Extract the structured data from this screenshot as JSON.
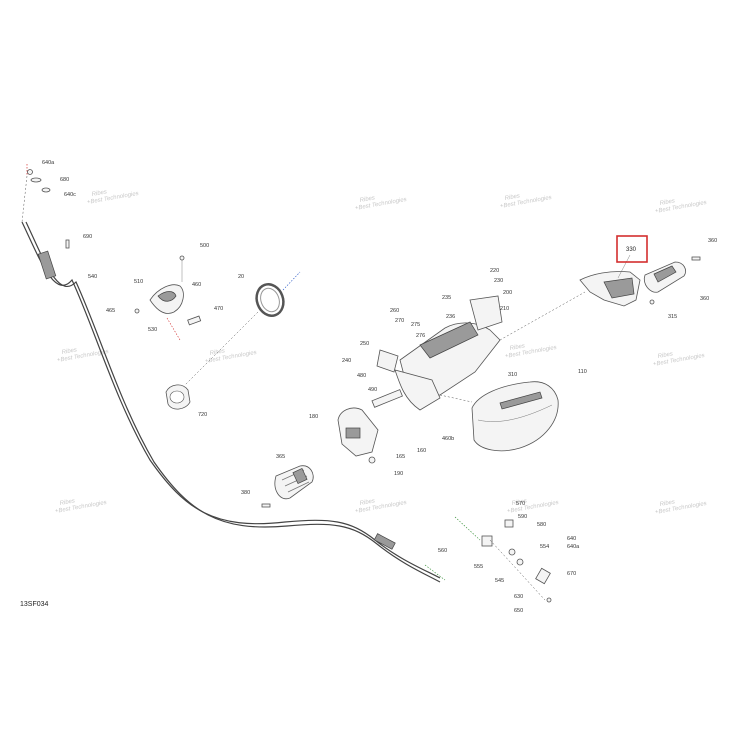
{
  "diagram_code": "13SF034",
  "highlight": {
    "label": "330",
    "color": "#d32f2f"
  },
  "watermark": {
    "line1": "Ribes",
    "line2": "+Best Technologies"
  },
  "callouts": [
    {
      "id": "640a-top",
      "text": "640a"
    },
    {
      "id": "680",
      "text": "680"
    },
    {
      "id": "640c",
      "text": "640c"
    },
    {
      "id": "690",
      "text": "690"
    },
    {
      "id": "540",
      "text": "540"
    },
    {
      "id": "500",
      "text": "500"
    },
    {
      "id": "510",
      "text": "510"
    },
    {
      "id": "460",
      "text": "460"
    },
    {
      "id": "465",
      "text": "465"
    },
    {
      "id": "470",
      "text": "470"
    },
    {
      "id": "530",
      "text": "530"
    },
    {
      "id": "20",
      "text": "20"
    },
    {
      "id": "720",
      "text": "720"
    },
    {
      "id": "220",
      "text": "220"
    },
    {
      "id": "230",
      "text": "230"
    },
    {
      "id": "235",
      "text": "235"
    },
    {
      "id": "200",
      "text": "200"
    },
    {
      "id": "210",
      "text": "210"
    },
    {
      "id": "236",
      "text": "236"
    },
    {
      "id": "260",
      "text": "260"
    },
    {
      "id": "270",
      "text": "270"
    },
    {
      "id": "275",
      "text": "275"
    },
    {
      "id": "276",
      "text": "276"
    },
    {
      "id": "250",
      "text": "250"
    },
    {
      "id": "240",
      "text": "240"
    },
    {
      "id": "480",
      "text": "480"
    },
    {
      "id": "490",
      "text": "490"
    },
    {
      "id": "310",
      "text": "310"
    },
    {
      "id": "110",
      "text": "110"
    },
    {
      "id": "360-top",
      "text": "360"
    },
    {
      "id": "360-right",
      "text": "360"
    },
    {
      "id": "315",
      "text": "315"
    },
    {
      "id": "180",
      "text": "180"
    },
    {
      "id": "165",
      "text": "165"
    },
    {
      "id": "160",
      "text": "160"
    },
    {
      "id": "460b",
      "text": "460b"
    },
    {
      "id": "190",
      "text": "190"
    },
    {
      "id": "365",
      "text": "365"
    },
    {
      "id": "380",
      "text": "380"
    },
    {
      "id": "570",
      "text": "570"
    },
    {
      "id": "590",
      "text": "590"
    },
    {
      "id": "580",
      "text": "580"
    },
    {
      "id": "560",
      "text": "560"
    },
    {
      "id": "640",
      "text": "640"
    },
    {
      "id": "640a-bottom",
      "text": "640a"
    },
    {
      "id": "554",
      "text": "554"
    },
    {
      "id": "555",
      "text": "555"
    },
    {
      "id": "670",
      "text": "670"
    },
    {
      "id": "545",
      "text": "545"
    },
    {
      "id": "630",
      "text": "630"
    },
    {
      "id": "650",
      "text": "650"
    }
  ]
}
